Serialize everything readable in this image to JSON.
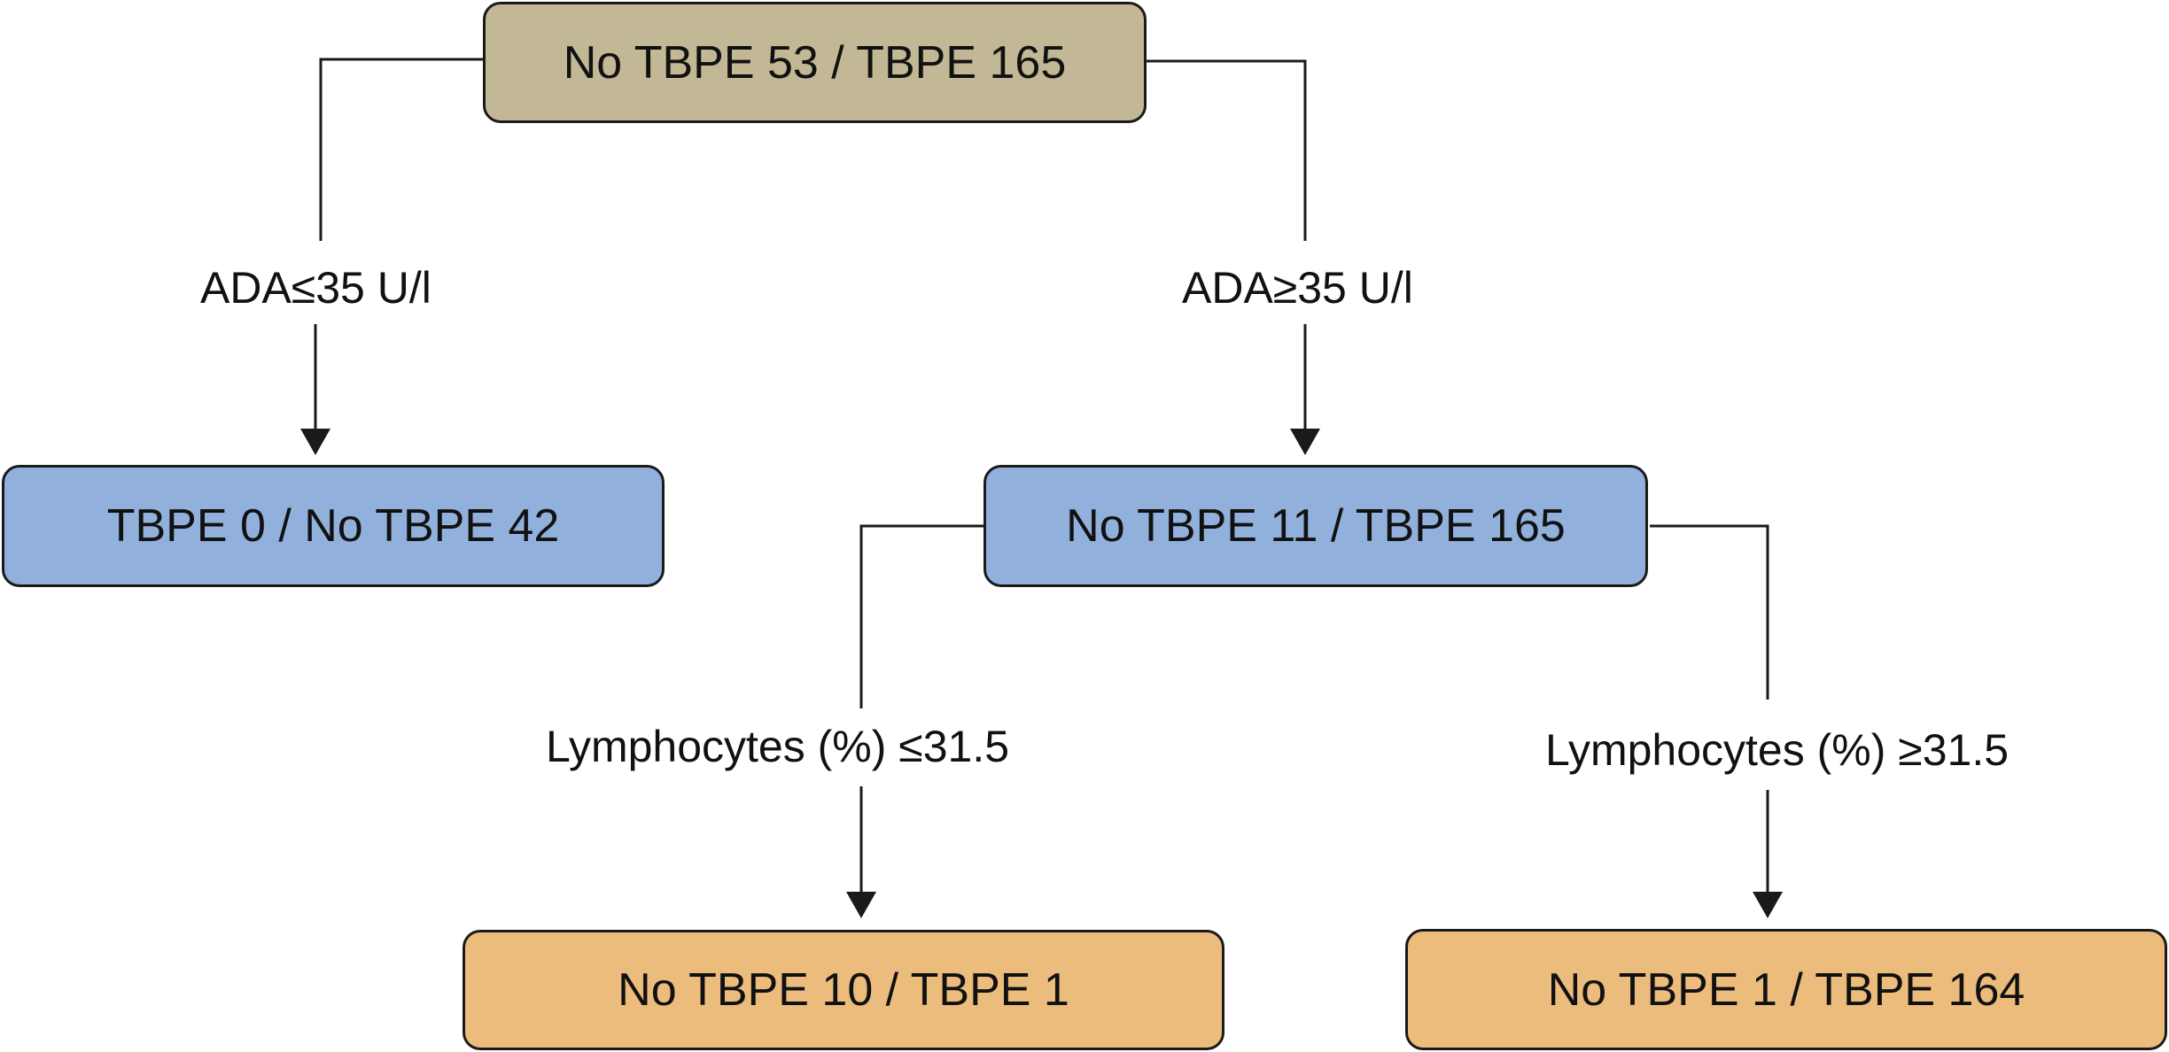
{
  "colors": {
    "root_fill": "#c2b895",
    "mid_fill": "#91b1dc",
    "leaf_fill": "#ecbc7d",
    "line": "#1a1a1a"
  },
  "nodes": {
    "root": "No TBPE 53 / TBPE 165",
    "left_leaf": "TBPE 0 / No TBPE 42",
    "mid": "No TBPE 11 / TBPE 165",
    "bottom_left": "No TBPE 10 / TBPE 1",
    "bottom_right": "No TBPE 1 / TBPE 164"
  },
  "edges": {
    "ada_low": "ADA≤35 U/l",
    "ada_high": "ADA≥35 U/l",
    "lymph_low": "Lymphocytes (%) ≤31.5",
    "lymph_high": "Lymphocytes (%) ≥31.5"
  }
}
